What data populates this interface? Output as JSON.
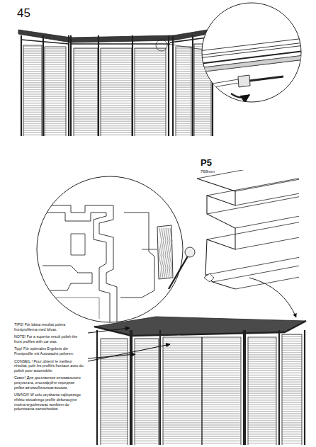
{
  "diagram": {
    "labels": [
      "45",
      "P5",
      "768mm",
      "TIPS! För bästa resultat polera frontprofilerna med bilvax.",
      "NOTE! For a superior result polish the front profiles with car wax.",
      "Tipp! Für optimales Ergebnis die Frontprofile mit Autowachs polieren.",
      "CONSEIL ! Pour obtenir le meilleur résultat, polir les profilés frontaux avec du polish pour automobile.",
      "Совет! Для достижения оптимального результата, отшлифуйте передние рейки автомобильным воском.",
      "UWAGA! W celu uzyskania najlepszego efektu wizualnego profile dekoracyjne można wypolerować woskiem do polerowania samochodów."
    ]
  }
}
